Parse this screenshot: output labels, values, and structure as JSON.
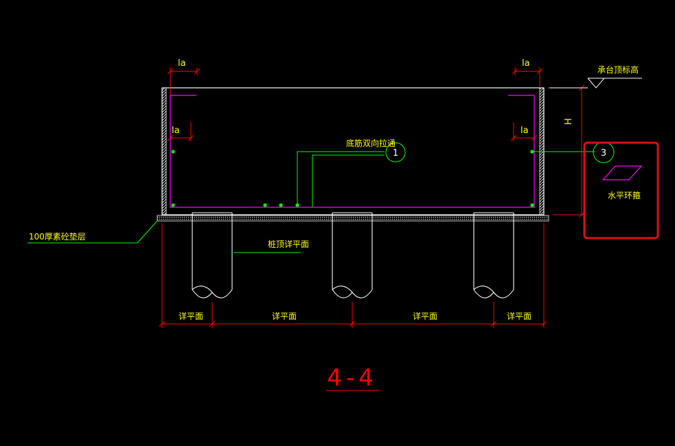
{
  "labels": {
    "la_top_left": "la",
    "la_top_right": "la",
    "la_mid_left": "la",
    "la_mid_right": "la",
    "cap_top_elevation": "承台顶标高",
    "height": "H",
    "bottom_bars": "底筋双向拉通",
    "callout_1": "1",
    "callout_3": "3",
    "horizontal_ring": "水平环箍",
    "cushion": "100厚素砼垫层",
    "pile_detail": "桩顶详平面",
    "dim_1": "详平面",
    "dim_2": "详平面",
    "dim_3": "详平面",
    "dim_4": "详平面",
    "section_title": "4-4"
  },
  "colors": {
    "outline": "#ffffff",
    "rebar": "#ff00ff",
    "leader": "#00ff00",
    "dimension": "#ff0000",
    "text": "#ffff00",
    "highlight": "#e01010",
    "background": "#000000"
  }
}
